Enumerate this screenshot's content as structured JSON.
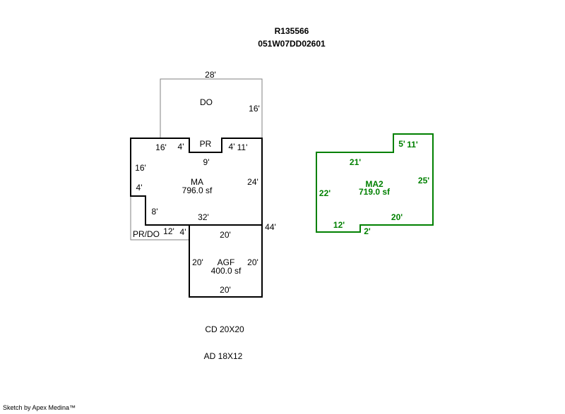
{
  "header": {
    "parcel_id": "R135566",
    "map_number": "051W07DD02601"
  },
  "colors": {
    "main": "#000000",
    "secondary": "#808080",
    "ma2": "#008000"
  },
  "areas": {
    "do": {
      "name": "DO",
      "top": "28'",
      "right": "16'"
    },
    "pr": {
      "name": "PR"
    },
    "ma": {
      "name": "MA",
      "area": "796.0 sf",
      "dims": [
        "16'",
        "4'",
        "4'",
        "11'",
        "9'",
        "16'",
        "24'",
        "4'",
        "8'",
        "32'",
        "44'"
      ]
    },
    "prdo": {
      "name": "PR/DO",
      "dims": [
        "12'",
        "4'"
      ]
    },
    "agf": {
      "name": "AGF",
      "area": "400.0 sf",
      "top": "20'",
      "left": "20'",
      "right": "20'",
      "bottom": "20'"
    },
    "ma2": {
      "name": "MA2",
      "area": "719.0 sf",
      "dims": [
        "5'",
        "11'",
        "21'",
        "25'",
        "22'",
        "20'",
        "12'",
        "2'"
      ]
    }
  },
  "notes": [
    "CD 20X20",
    "AD 18X12"
  ],
  "footer": "Sketch by Apex Medina™"
}
